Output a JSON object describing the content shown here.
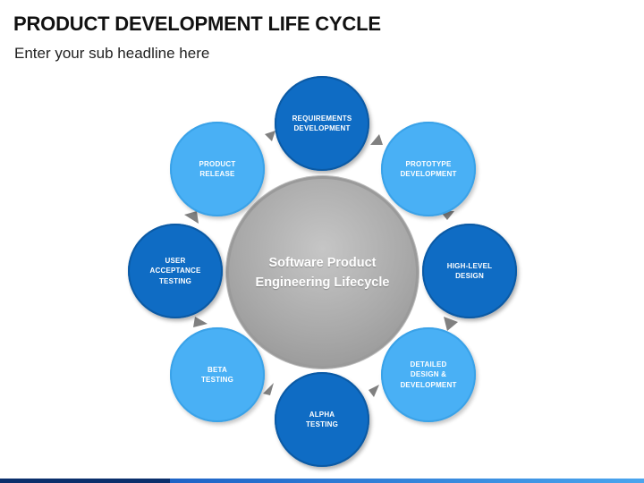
{
  "header": {
    "title": "PRODUCT DEVELOPMENT LIFE CYCLE",
    "subtitle": "Enter your sub headline here"
  },
  "diagram": {
    "center_label": "Software Product Engineering Lifecycle",
    "nodes": [
      {
        "id": "requirements",
        "label": "REQUIREMENTS\nDEVELOPMENT",
        "style": "dark"
      },
      {
        "id": "prototype",
        "label": "PROTOTYPE\nDEVELOPMENT",
        "style": "light"
      },
      {
        "id": "high-level",
        "label": "HIGH-LEVEL\nDESIGN",
        "style": "dark"
      },
      {
        "id": "detailed",
        "label": "DETAILED\nDESIGN  &\nDEVELOPMENT",
        "style": "light"
      },
      {
        "id": "alpha",
        "label": "ALPHA\nTESTING",
        "style": "dark"
      },
      {
        "id": "beta",
        "label": "BETA\nTESTING",
        "style": "light"
      },
      {
        "id": "user-acceptance",
        "label": "USER\nACCEPTANCE\nTESTING",
        "style": "dark"
      },
      {
        "id": "release",
        "label": "PRODUCT\nRELEASE",
        "style": "light"
      }
    ]
  },
  "colors": {
    "dark_node": "#0f6cc4",
    "light_node": "#49b0f5",
    "center": "#a9a9a9",
    "arrow": "#808080"
  }
}
